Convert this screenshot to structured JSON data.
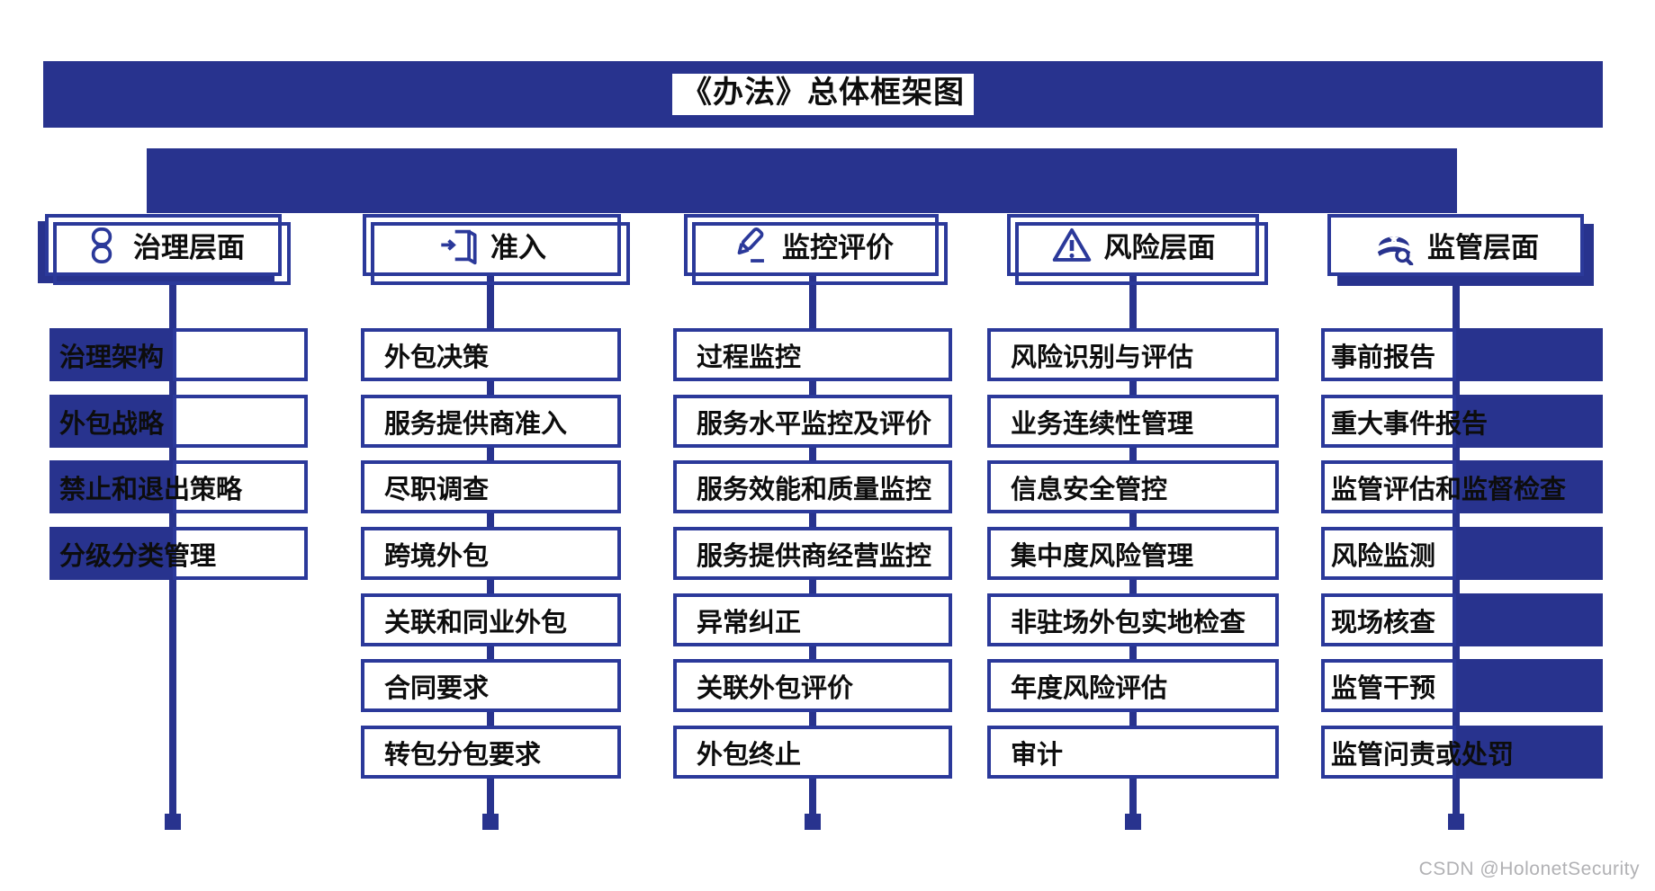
{
  "title": "《办法》总体框架图",
  "watermark": "CSDN @HolonetSecurity",
  "colors": {
    "primary_blue": "#28338e",
    "border_blue": "#2b399a",
    "text_black": "#0d0d0d",
    "watermark_gray": "#b1b1b4"
  },
  "columns": [
    {
      "header": "治理层面",
      "icon": "chain-link-icon",
      "items": [
        "治理架构",
        "外包战略",
        "禁止和退出策略",
        "分级分类管理"
      ]
    },
    {
      "header": "准入",
      "icon": "door-enter-icon",
      "items": [
        "外包决策",
        "服务提供商准入",
        "尽职调查",
        "跨境外包",
        "关联和同业外包",
        "合同要求",
        "转包分包要求"
      ]
    },
    {
      "header": "监控评价",
      "icon": "pen-edit-icon",
      "items": [
        "过程监控",
        "服务水平监控及评价",
        "服务效能和质量监控",
        "服务提供商经营监控",
        "异常纠正",
        "关联外包评价",
        "外包终止"
      ]
    },
    {
      "header": "风险层面",
      "icon": "warning-triangle-icon",
      "items": [
        "风险识别与评估",
        "业务连续性管理",
        "信息安全管控",
        "集中度风险管理",
        "非驻场外包实地检查",
        "年度风险评估",
        "审计"
      ]
    },
    {
      "header": "监管层面",
      "icon": "police-cap-search-icon",
      "items": [
        "事前报告",
        "重大事件报告",
        "监管评估和监督检查",
        "风险监测",
        "现场核查",
        "监管干预",
        "监管问责或处罚"
      ]
    }
  ]
}
